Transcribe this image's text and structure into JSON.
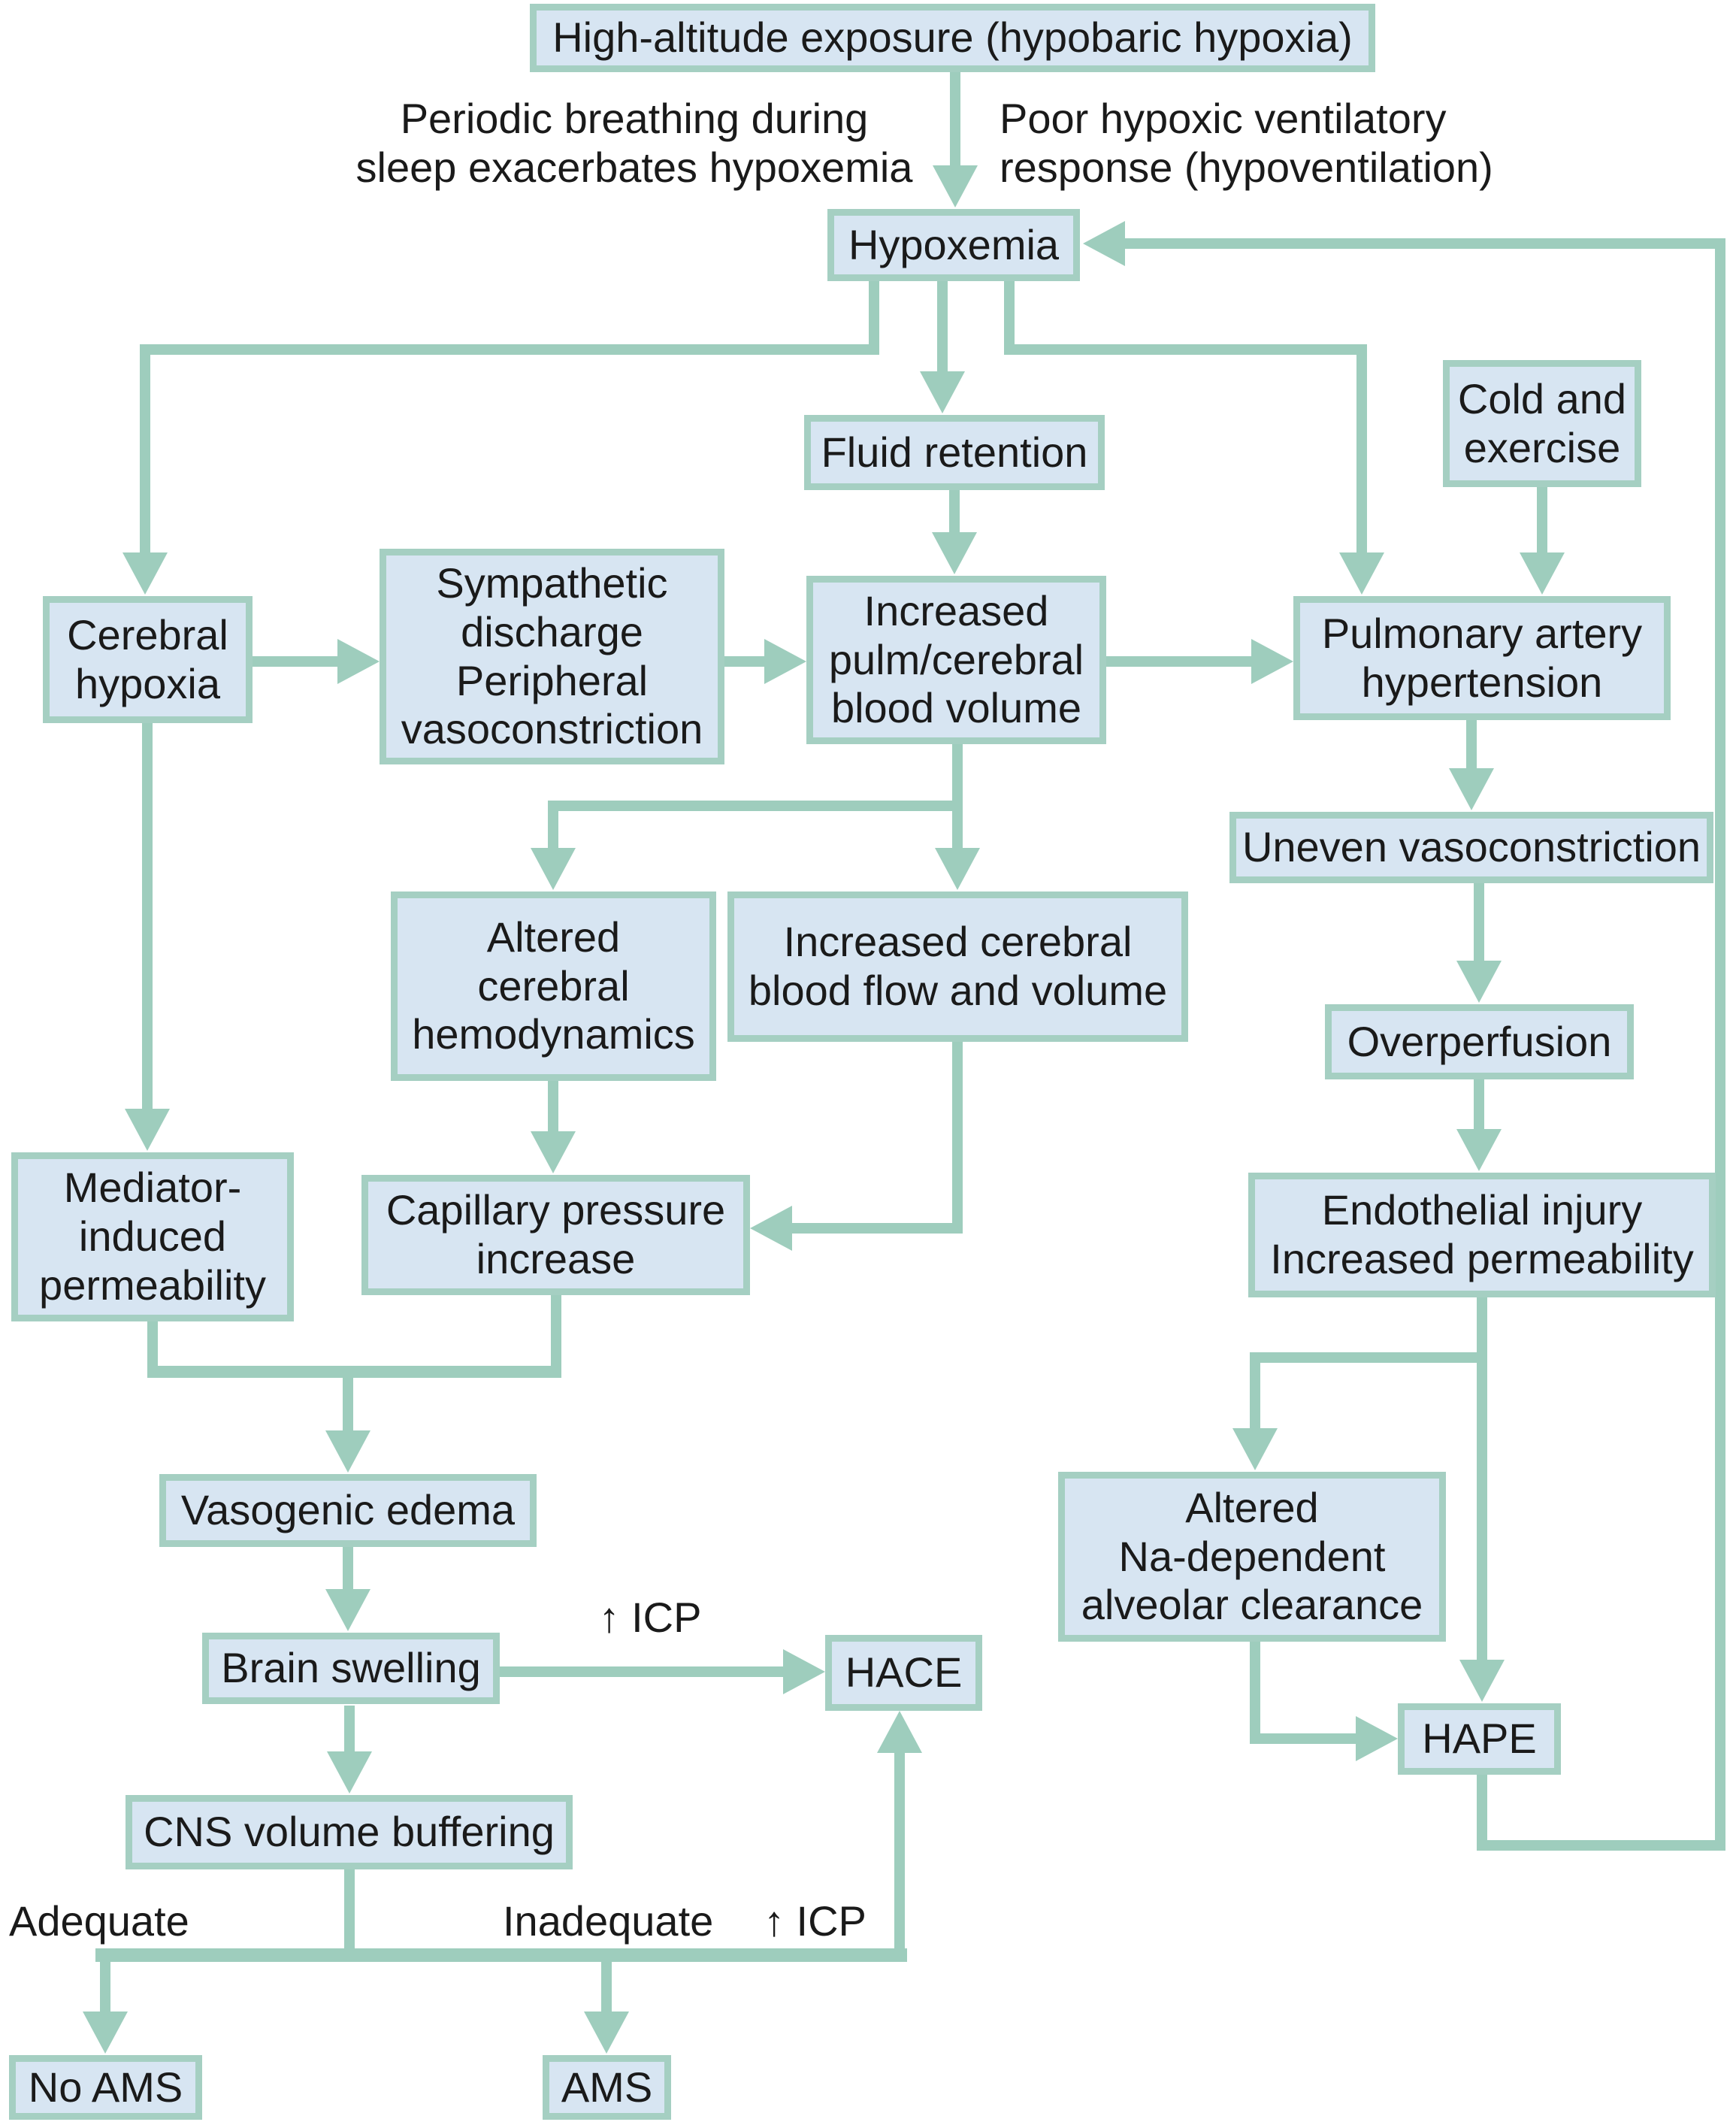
{
  "diagram": {
    "colors": {
      "box_fill": "#d7e5f2",
      "box_border": "#a5cfc2",
      "arrow": "#9ecdbd",
      "text": "#1a1a1a",
      "background": "#ffffff"
    },
    "nodes": {
      "high_altitude": {
        "label": "High-altitude exposure (hypobaric hypoxia)"
      },
      "hypoxemia": {
        "label": "Hypoxemia"
      },
      "fluid_retention": {
        "label": "Fluid retention"
      },
      "cold_exercise": {
        "label": "Cold and\nexercise"
      },
      "cerebral_hypoxia": {
        "label": "Cerebral\nhypoxia"
      },
      "sympathetic": {
        "label": "Sympathetic\ndischarge\nPeripheral\nvasoconstriction"
      },
      "increased_pulm": {
        "label": "Increased\npulm/cerebral\nblood volume"
      },
      "pulm_artery": {
        "label": "Pulmonary artery\nhypertension"
      },
      "uneven_vaso": {
        "label": "Uneven vasoconstriction"
      },
      "overperfusion": {
        "label": "Overperfusion"
      },
      "altered_cerebral": {
        "label": "Altered\ncerebral\nhemodynamics"
      },
      "increased_cbf": {
        "label": "Increased cerebral\nblood flow and volume"
      },
      "endothelial": {
        "label": "Endothelial injury\nIncreased permeability"
      },
      "mediator": {
        "label": "Mediator-\ninduced\npermeability"
      },
      "capillary": {
        "label": "Capillary pressure\nincrease"
      },
      "vasogenic": {
        "label": "Vasogenic edema"
      },
      "altered_na": {
        "label": "Altered\nNa-dependent\nalveolar clearance"
      },
      "brain_swelling": {
        "label": "Brain swelling"
      },
      "hace": {
        "label": "HACE"
      },
      "cns_buffering": {
        "label": "CNS volume buffering"
      },
      "hape": {
        "label": "HAPE"
      },
      "no_ams": {
        "label": "No AMS"
      },
      "ams": {
        "label": "AMS"
      }
    },
    "annotations": {
      "periodic_breathing": "Periodic breathing during\nsleep exacerbates hypoxemia",
      "poor_hvr": "Poor hypoxic ventilatory\nresponse (hypoventilation)",
      "icp_hace": "↑ ICP",
      "adequate": "Adequate",
      "inadequate": "Inadequate",
      "icp_ams": "↑ ICP"
    }
  }
}
